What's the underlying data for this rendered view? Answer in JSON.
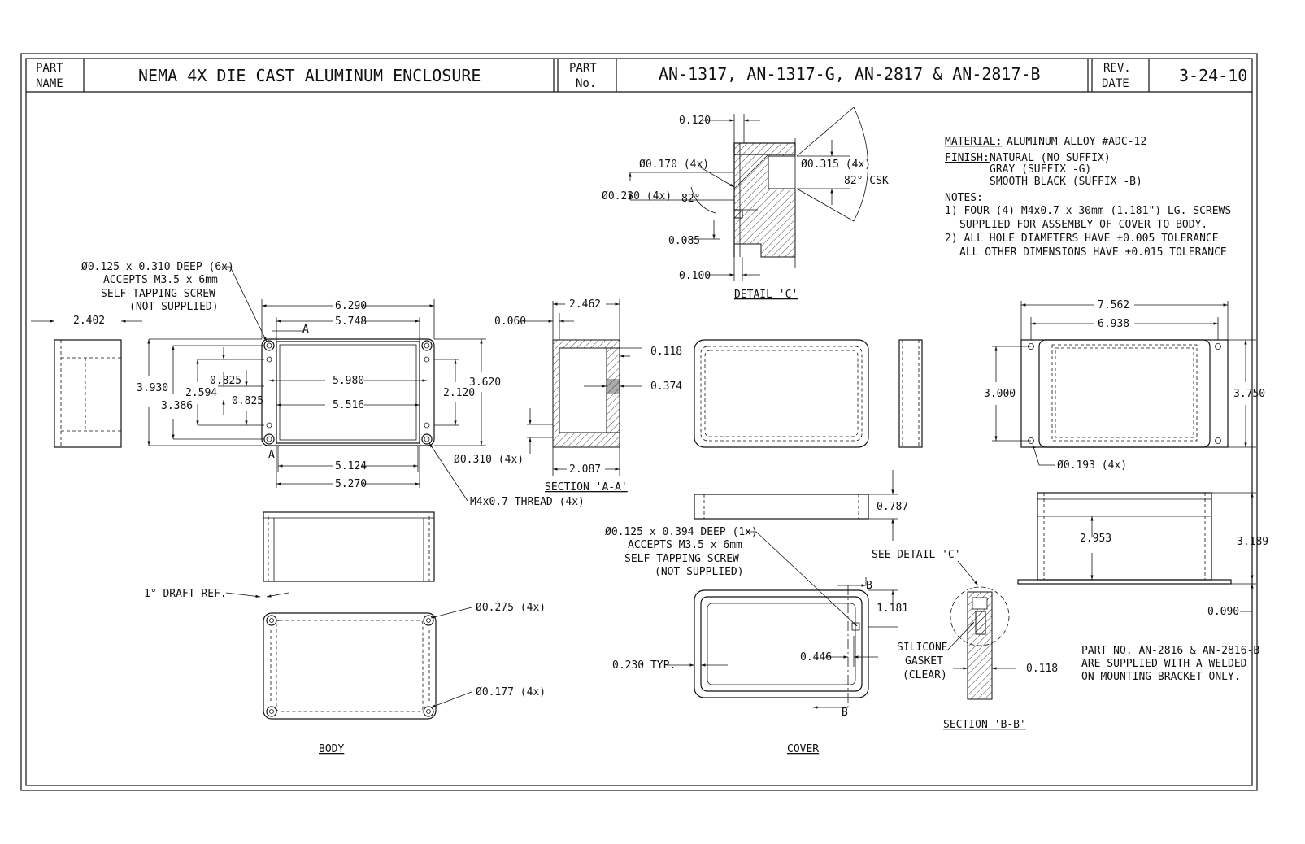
{
  "title_block": {
    "part_name_label_1": "PART",
    "part_name_label_2": "NAME",
    "part_name": "NEMA 4X DIE CAST ALUMINUM ENCLOSURE",
    "part_no_label_1": "PART",
    "part_no_label_2": "No.",
    "part_no": "AN-1317, AN-1317-G, AN-2817 & AN-2817-B",
    "rev_label_1": "REV.",
    "rev_label_2": "DATE",
    "rev_date": "3-24-10"
  },
  "notes": {
    "material_label": "MATERIAL:",
    "material": "ALUMINUM ALLOY #ADC-12",
    "finish_label": "FINISH:",
    "finish_1": "NATURAL (NO SUFFIX)",
    "finish_2": "GRAY (SUFFIX -G)",
    "finish_3": "SMOOTH BLACK (SUFFIX -B)",
    "notes_label": "NOTES:",
    "note_1a": "1) FOUR (4) M4x0.7 x 30mm (1.181\") LG. SCREWS",
    "note_1b": "SUPPLIED FOR ASSEMBLY OF COVER TO BODY.",
    "note_2a": "2) ALL HOLE DIAMETERS HAVE ±0.005 TOLERANCE",
    "note_2b": "ALL OTHER DIMENSIONS HAVE ±0.015 TOLERANCE"
  },
  "detail_c": {
    "title": "DETAIL 'C'",
    "d0120": "0.120",
    "d0170": "Ø0.170 (4x)",
    "d0230": "Ø0.230 (4x)",
    "a82": "82°",
    "d0085": "0.085",
    "d0100": "0.100",
    "d0315": "Ø0.315 (4x)",
    "csk": "82° CSK"
  },
  "body": {
    "title": "BODY",
    "hole_note_1": "Ø0.125 x 0.310 DEEP (6x)",
    "hole_note_2": "ACCEPTS M3.5 x 6mm",
    "hole_note_3": "SELF-TAPPING SCREW",
    "hole_note_4": "(NOT SUPPLIED)",
    "d2402": "2.402",
    "d6290": "6.290",
    "d5748": "5.748",
    "d3930": "3.930",
    "d3386": "3.386",
    "d2594": "2.594",
    "d0825a": "0.825",
    "d0825b": "0.825",
    "d5980": "5.980",
    "d5516": "5.516",
    "d2120": "2.120",
    "d3620": "3.620",
    "d5124": "5.124",
    "d5270": "5.270",
    "thread": "M4x0.7 THREAD (4x)",
    "section_a": "A",
    "draft": "1° DRAFT REF.",
    "d0275": "Ø0.275 (4x)",
    "d0177": "Ø0.177 (4x)"
  },
  "section_aa": {
    "title": "SECTION 'A-A'",
    "d0060": "0.060",
    "d2462": "2.462",
    "d0118": "0.118",
    "d0374": "0.374",
    "d0310": "Ø0.310 (4x)",
    "d2087": "2.087"
  },
  "cover": {
    "title": "COVER",
    "d0787": "0.787",
    "hole_note_1": "Ø0.125 x 0.394 DEEP (1x)",
    "hole_note_2": "ACCEPTS M3.5 x 6mm",
    "hole_note_3": "SELF-TAPPING SCREW",
    "hole_note_4": "(NOT SUPPLIED)",
    "see_detail": "SEE DETAIL 'C'",
    "section_b": "B",
    "d1181": "1.181",
    "d0446": "0.446",
    "d0230typ": "0.230 TYP.",
    "gasket_1": "SILICONE",
    "gasket_2": "GASKET",
    "gasket_3": "(CLEAR)",
    "d0118": "0.118",
    "section_bb": "SECTION 'B-B'"
  },
  "bracket": {
    "d7562": "7.562",
    "d6938": "6.938",
    "d3000": "3.000",
    "d3750": "3.750",
    "d0193": "Ø0.193 (4x)",
    "d2953": "2.953",
    "d3189": "3.189",
    "d0090": "0.090",
    "note_1": "PART NO. AN-2816 & AN-2816-B",
    "note_2": "ARE SUPPLIED WITH A WELDED",
    "note_3": "ON MOUNTING BRACKET ONLY."
  }
}
